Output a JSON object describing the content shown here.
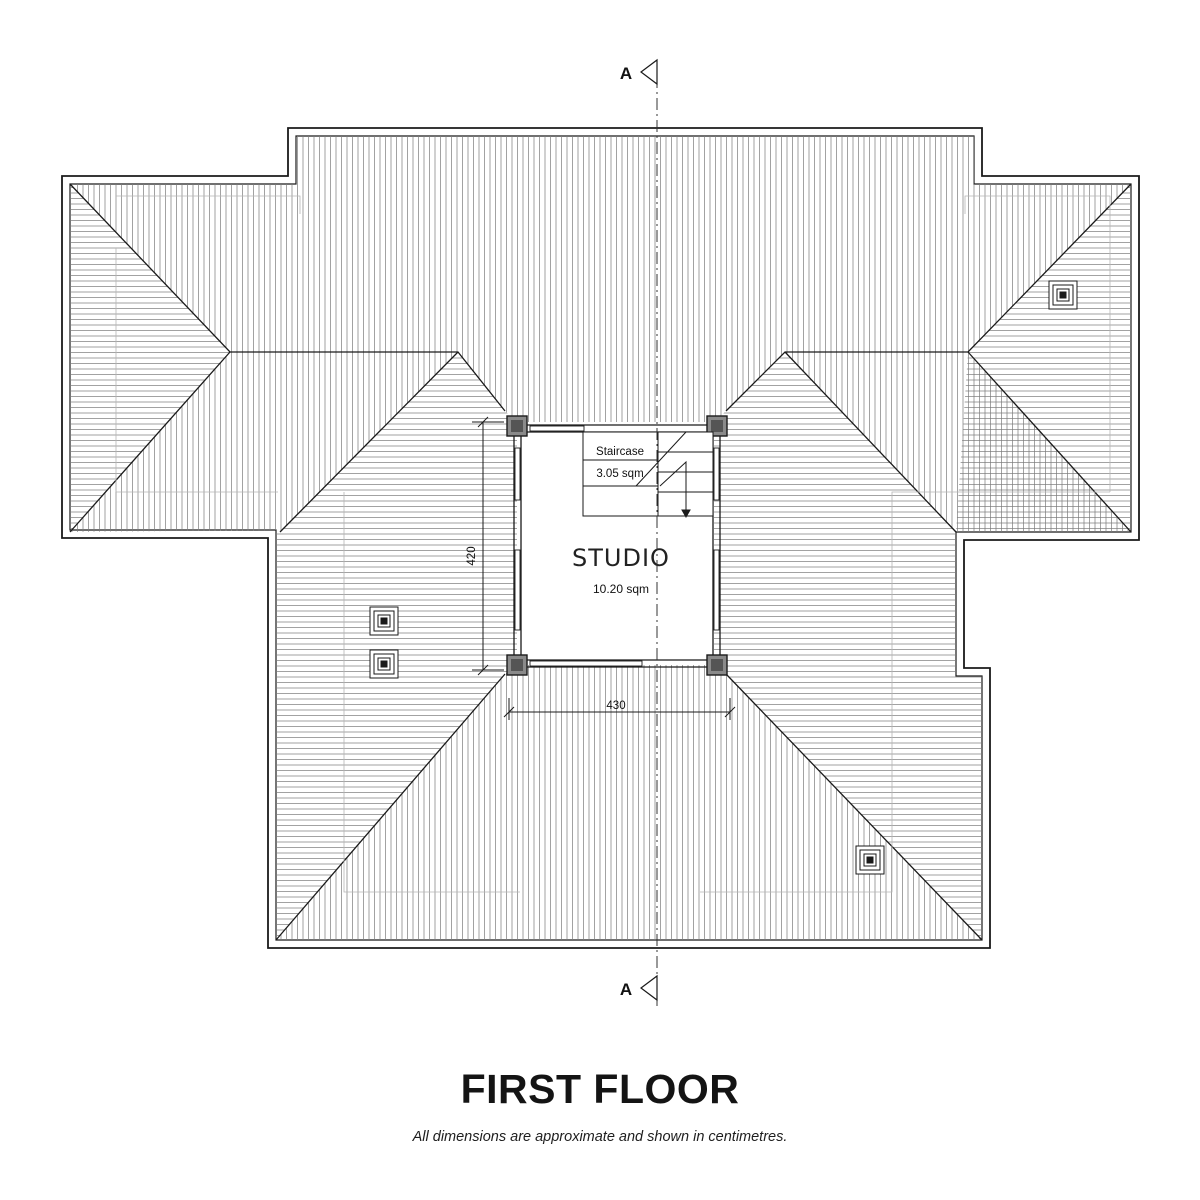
{
  "section_marker": {
    "top": "A",
    "bottom": "A"
  },
  "rooms": {
    "studio": {
      "name": "STUDIO",
      "area": "10.20 sqm"
    },
    "staircase": {
      "name": "Staircase",
      "area": "3.05 sqm"
    }
  },
  "dimensions": {
    "vertical": "420",
    "horizontal": "430"
  },
  "title": "FIRST FLOOR",
  "note": "All dimensions are approximate and shown in centimetres."
}
